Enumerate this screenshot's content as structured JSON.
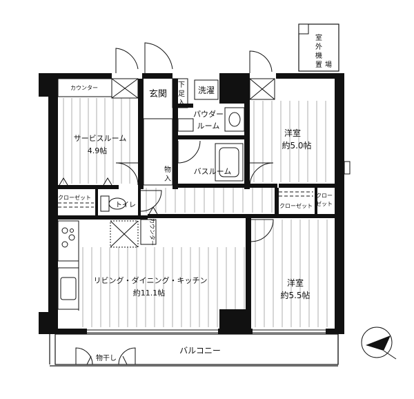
{
  "rooms": {
    "service_room": {
      "name": "サービスルーム",
      "size": "4.9帖"
    },
    "western_1": {
      "name": "洋室",
      "size": "約5.0帖"
    },
    "western_2": {
      "name": "洋室",
      "size": "約5.5帖"
    },
    "ldk": {
      "name": "リビング・ダイニング・キッチン",
      "size": "約11.1帖"
    },
    "bathroom": {
      "name": "バスルーム"
    },
    "powder": {
      "line1": "パウダー",
      "line2": "ルーム"
    },
    "toilet": {
      "name": "トイレ"
    },
    "entrance": {
      "name": "玄関"
    },
    "washer": {
      "name": "洗濯"
    },
    "shoe": {
      "c1": "下",
      "c2": "足",
      "c3": "入"
    },
    "storage": {
      "c1": "物",
      "c2": "入"
    },
    "balcony": {
      "name": "バルコニー"
    },
    "outdoor_unit": {
      "c1": "室",
      "c2": "外",
      "c3": "機",
      "c4": "置",
      "c5": "場"
    }
  },
  "labels": {
    "counter_top": "カウンター",
    "counter_kitchen": "カウンター",
    "closet_left": "クローゼット",
    "closet_right": "クローゼット",
    "closet_small_1": "クロー",
    "closet_small_2": "ゼット",
    "clothes_drying": "物干し"
  },
  "colors": {
    "wall": "#111111",
    "floor_line": "#9a9a9a"
  },
  "icons": {
    "north": "north-arrow-icon"
  }
}
